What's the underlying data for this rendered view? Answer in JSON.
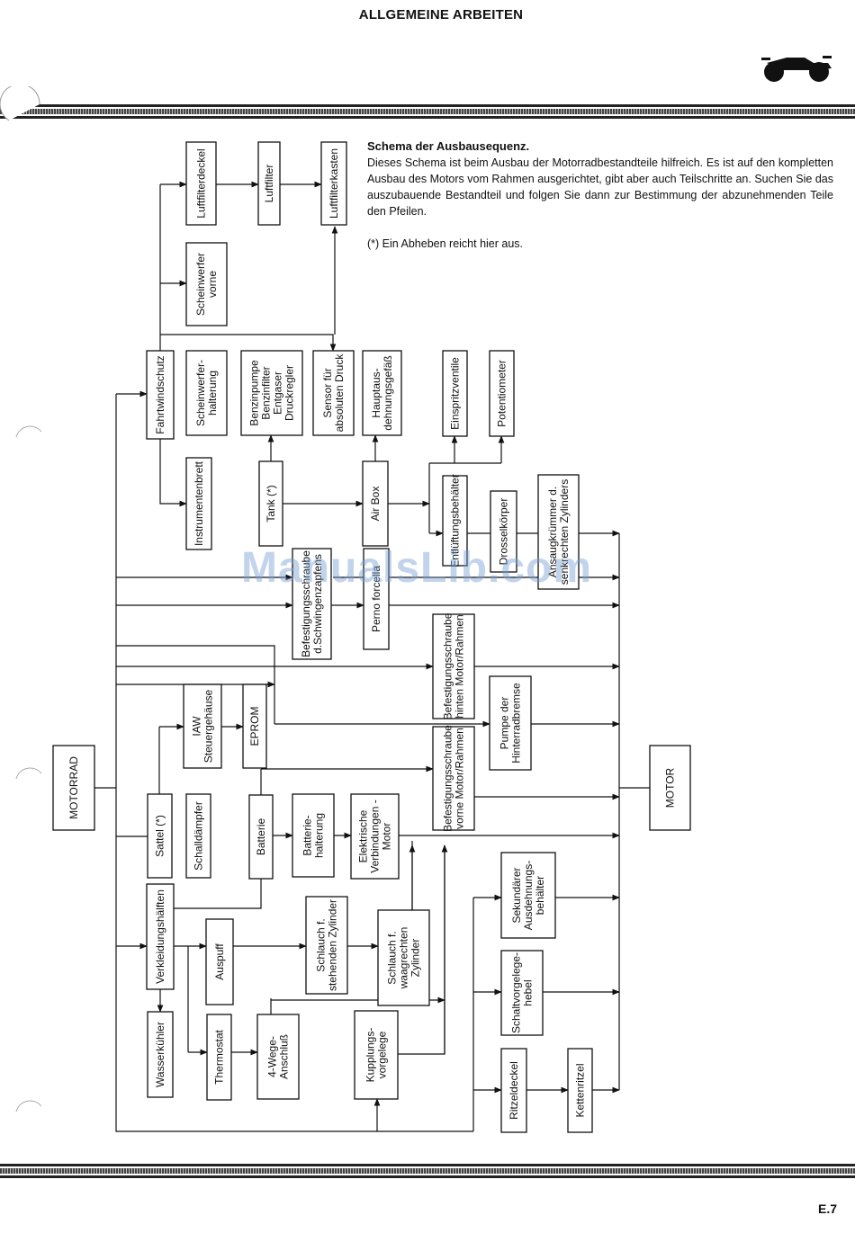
{
  "header": {
    "title": "ALLGEMEINE ARBEITEN",
    "page_number": "E.7"
  },
  "intro": {
    "heading": "Schema der Ausbausequenz.",
    "text": "Dieses Schema ist beim Ausbau der Motorradbestandteile hilfreich. Es ist auf den kompletten Ausbau des Motors vom Rahmen ausgerichtet, gibt aber auch Teilschritte an. Suchen Sie das auszubauende Bestandteil und folgen Sie dann zur Bestimmung der abzunehmenden Teile den Pfeilen.",
    "note": "(*) Ein Abheben reicht hier aus."
  },
  "watermark": "ManualsLib.com",
  "icons": {
    "motorcycle": "motorcycle-icon"
  },
  "diagram": {
    "boxes": [
      {
        "id": "luftfilterdeckel",
        "lines": [
          "Luftfilterdeckel"
        ]
      },
      {
        "id": "luftfilter",
        "lines": [
          "Luftfilter"
        ]
      },
      {
        "id": "luftfilterkasten",
        "lines": [
          "Luftfilterkasten"
        ]
      },
      {
        "id": "scheinwerfer-vorne",
        "lines": [
          "Scheinwerfer",
          "vorne"
        ]
      },
      {
        "id": "fahrtwindschutz",
        "lines": [
          "Fahrtwindschutz"
        ]
      },
      {
        "id": "scheinwerferhalterung",
        "lines": [
          "Scheinwerfer-",
          "halterung"
        ]
      },
      {
        "id": "benzinpumpe",
        "lines": [
          "Benzinpumpe",
          "Benzinfilter",
          "Entgaser",
          "Druckregler"
        ]
      },
      {
        "id": "sensor-druck",
        "lines": [
          "Sensor für",
          "absoluten Druck"
        ]
      },
      {
        "id": "hauptausdehnungsgefaess",
        "lines": [
          "Hauptaus-",
          "dehnungsgefäß"
        ]
      },
      {
        "id": "einspritzventile",
        "lines": [
          "Einspritzventile"
        ]
      },
      {
        "id": "potentiometer",
        "lines": [
          "Potentiometer"
        ]
      },
      {
        "id": "instrumentenbrett",
        "lines": [
          "Instrumentenbrett"
        ]
      },
      {
        "id": "tank",
        "lines": [
          "Tank (*)"
        ]
      },
      {
        "id": "air-box",
        "lines": [
          "Air Box"
        ]
      },
      {
        "id": "entlueftungsbehaelter",
        "lines": [
          "Entlüftungsbehälter"
        ]
      },
      {
        "id": "drosselkoerper",
        "lines": [
          "Drosselkörper"
        ]
      },
      {
        "id": "ansaugkruemmer",
        "lines": [
          "Ansaugkrümmer d.",
          "senkrechten Zylinders"
        ]
      },
      {
        "id": "befestigung-schwinge",
        "lines": [
          "Befestigungsschraube",
          "d.Schwingenzapfens"
        ]
      },
      {
        "id": "perno-forcella",
        "lines": [
          "Perno forcella"
        ]
      },
      {
        "id": "befestigung-hinten",
        "lines": [
          "Befestigungsschraube",
          "hinten Motor/Rahmen"
        ]
      },
      {
        "id": "iaw",
        "lines": [
          "IAW",
          "Steuergehäuse"
        ]
      },
      {
        "id": "eprom",
        "lines": [
          "EPROM"
        ]
      },
      {
        "id": "pumpe-hinterradbremse",
        "lines": [
          "Pumpe der",
          "Hinterradbremse"
        ]
      },
      {
        "id": "motorrad",
        "lines": [
          "MOTORRAD"
        ]
      },
      {
        "id": "motor",
        "lines": [
          "MOTOR"
        ]
      },
      {
        "id": "befestigung-vorne",
        "lines": [
          "Befestigungsschraube",
          "vorne Motor/Rahmen"
        ]
      },
      {
        "id": "sattel",
        "lines": [
          "Sattel (*)"
        ]
      },
      {
        "id": "schalldaempfer",
        "lines": [
          "Schalldämpfer"
        ]
      },
      {
        "id": "batterie",
        "lines": [
          "Batterie"
        ]
      },
      {
        "id": "batteriehalterung",
        "lines": [
          "Batterie-",
          "halterung"
        ]
      },
      {
        "id": "elektrische-verbindungen",
        "lines": [
          "Elektrische",
          "Verbindungen -",
          "Motor"
        ]
      },
      {
        "id": "verkleidungshaelften",
        "lines": [
          "Verkleidungshälften"
        ]
      },
      {
        "id": "auspuff",
        "lines": [
          "Auspuff"
        ]
      },
      {
        "id": "schlauch-stehend",
        "lines": [
          "Schlauch f.",
          "stehenden Zylinder"
        ]
      },
      {
        "id": "schlauch-waagrecht",
        "lines": [
          "Schlauch f.",
          "waagrechten",
          "Zylinder"
        ]
      },
      {
        "id": "sekundaerer-ausdehnungsbehaelter",
        "lines": [
          "Sekundärer",
          "Ausdehnungs-",
          "behälter"
        ]
      },
      {
        "id": "schaltvorgelegehebel",
        "lines": [
          "Schaltvorgelege-",
          "hebel"
        ]
      },
      {
        "id": "wasserkuehler",
        "lines": [
          "Wasserkühler"
        ]
      },
      {
        "id": "thermostat",
        "lines": [
          "Thermostat"
        ]
      },
      {
        "id": "4-wege-anschluss",
        "lines": [
          "4-Wege-",
          "Anschluß"
        ]
      },
      {
        "id": "kupplungsvorgelege",
        "lines": [
          "Kupplungs-",
          "vorgelege"
        ]
      },
      {
        "id": "ritzeldeckel",
        "lines": [
          "Ritzeldeckel"
        ]
      },
      {
        "id": "kettenritzel",
        "lines": [
          "Kettenritzel"
        ]
      }
    ]
  }
}
